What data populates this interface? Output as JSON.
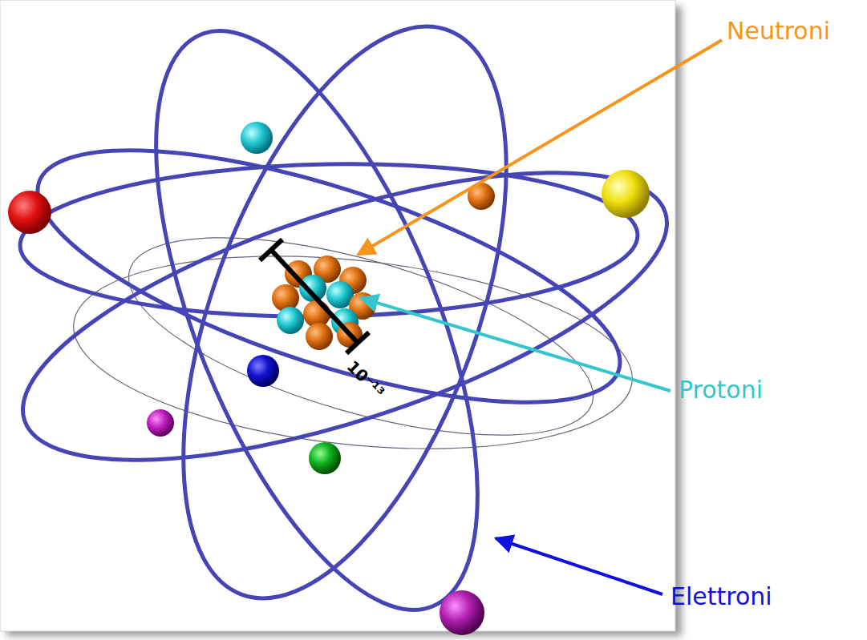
{
  "diagram": {
    "labels": [
      "Neutroni",
      "Protoni",
      "Elettroni",
      "10⁻¹³"
    ]
  }
}
